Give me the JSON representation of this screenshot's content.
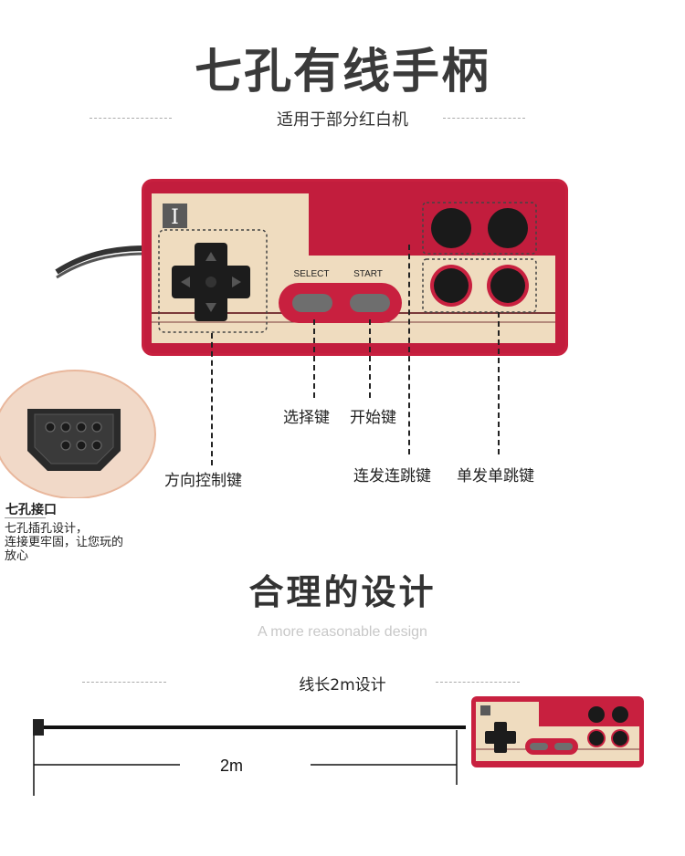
{
  "header": {
    "title": "七孔有线手柄",
    "subtitle": "适用于部分红白机"
  },
  "controller": {
    "badge": "I",
    "select_label": "SELECT",
    "start_label": "START",
    "colors": {
      "body": "#c8203f",
      "panel": "#efdcbf",
      "buttons": "#1a1a1a"
    }
  },
  "callouts": {
    "select_key": "选择键",
    "start_key": "开始键",
    "dpad": "方向控制键",
    "turbo_buttons": "连发连跳键",
    "single_buttons": "单发单跳键"
  },
  "connector": {
    "title": "七孔接口",
    "description_lines": [
      "七孔插孔设计，",
      "连接更牢固，让您玩的",
      "放心"
    ]
  },
  "section2": {
    "title": "合理的设计",
    "subtitle_en": "A more reasonable design",
    "cable_caption": "线长2m设计",
    "cable_length": "2m"
  }
}
